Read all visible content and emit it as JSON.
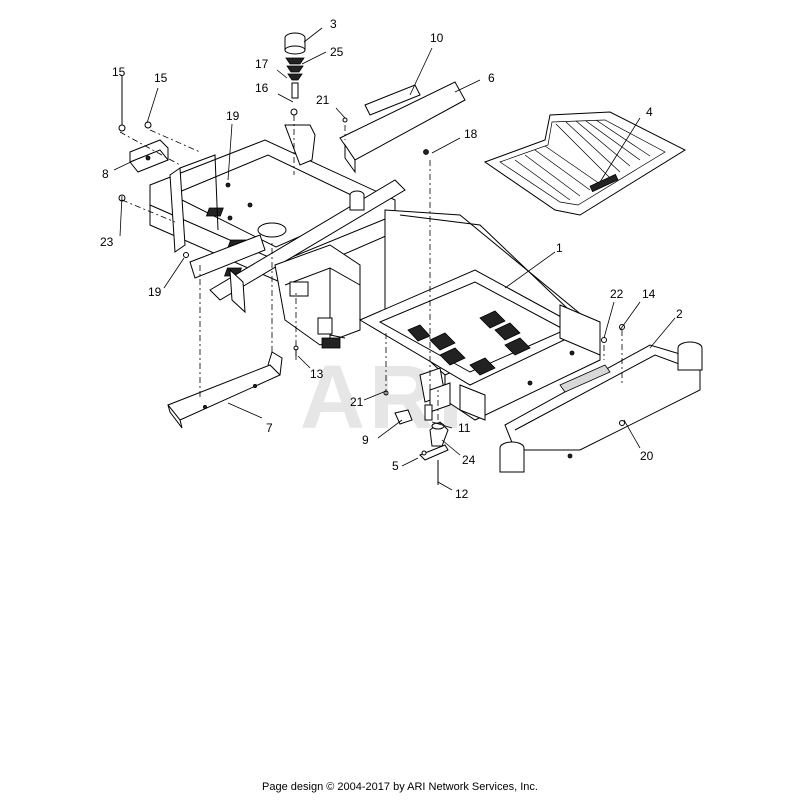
{
  "watermark": "ARI",
  "footer": "Page design © 2004-2017 by ARI Network Services, Inc.",
  "callouts": [
    "1",
    "2",
    "3",
    "4",
    "5",
    "6",
    "7",
    "8",
    "9",
    "10",
    "11",
    "12",
    "13",
    "14",
    "15",
    "15",
    "16",
    "17",
    "18",
    "19",
    "19",
    "20",
    "21",
    "21",
    "22",
    "23",
    "24",
    "25"
  ]
}
